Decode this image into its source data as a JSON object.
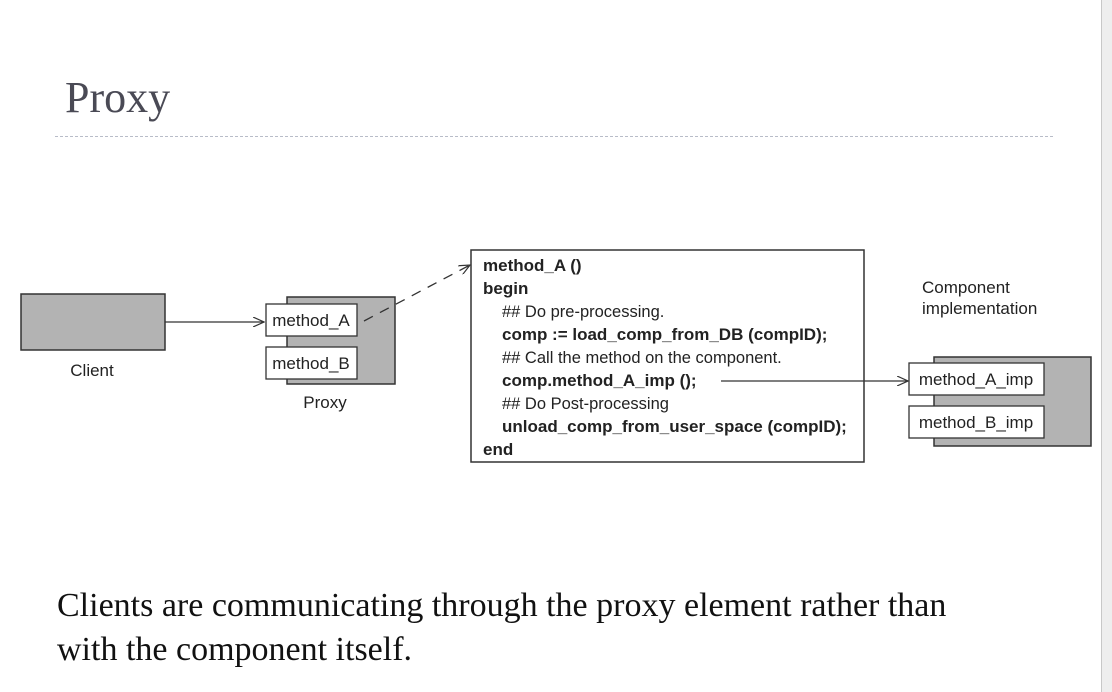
{
  "slide": {
    "title": "Proxy",
    "caption": [
      "Clients are communicating through the proxy element rather than",
      "with the component itself."
    ]
  },
  "diagram": {
    "client": {
      "label": "Client"
    },
    "proxy": {
      "label": "Proxy",
      "methods": [
        "method_A",
        "method_B"
      ]
    },
    "component": {
      "label": [
        "Component",
        "implementation"
      ],
      "methods": [
        "method_A_imp",
        "method_B_imp"
      ]
    },
    "code": [
      {
        "text": "method_A ()",
        "bold": true,
        "indent": false
      },
      {
        "text": "begin",
        "bold": true,
        "indent": false
      },
      {
        "text": "## Do pre-processing.",
        "bold": false,
        "indent": true
      },
      {
        "text": "comp := load_comp_from_DB (compID);",
        "bold": true,
        "indent": true
      },
      {
        "text": "## Call the method on the component.",
        "bold": false,
        "indent": true
      },
      {
        "text": "comp.method_A_imp ();",
        "bold": true,
        "indent": true
      },
      {
        "text": "## Do Post-processing",
        "bold": false,
        "indent": true
      },
      {
        "text": "unload_comp_from_user_space (compID);",
        "bold": true,
        "indent": true
      },
      {
        "text": "end",
        "bold": true,
        "indent": false
      }
    ],
    "colors": {
      "box_fill": "#b3b3b3",
      "stroke": "#333333",
      "text": "#222222"
    }
  }
}
